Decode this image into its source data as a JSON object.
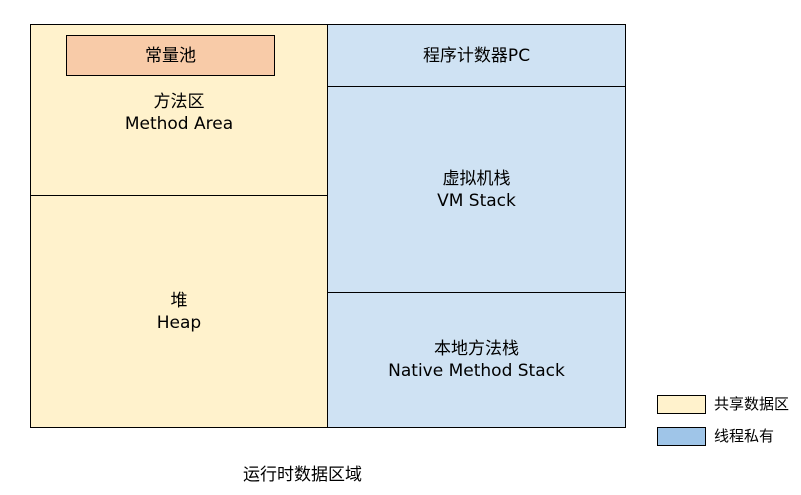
{
  "diagram": {
    "method_area": {
      "label_zh": "方法区",
      "label_en": "Method Area"
    },
    "constant_pool": {
      "label": "常量池"
    },
    "heap": {
      "label_zh": "堆",
      "label_en": "Heap"
    },
    "pc_register": {
      "label": "程序计数器PC"
    },
    "vm_stack": {
      "label_zh": "虚拟机栈",
      "label_en": "VM Stack"
    },
    "native_stack": {
      "label_zh": "本地方法栈",
      "label_en": "Native Method Stack"
    },
    "caption": "运行时数据区域"
  },
  "legend": {
    "items": [
      {
        "label": "共享数据区",
        "color": "#fff2cc"
      },
      {
        "label": "线程私有",
        "color": "#9fc5e8"
      }
    ]
  }
}
